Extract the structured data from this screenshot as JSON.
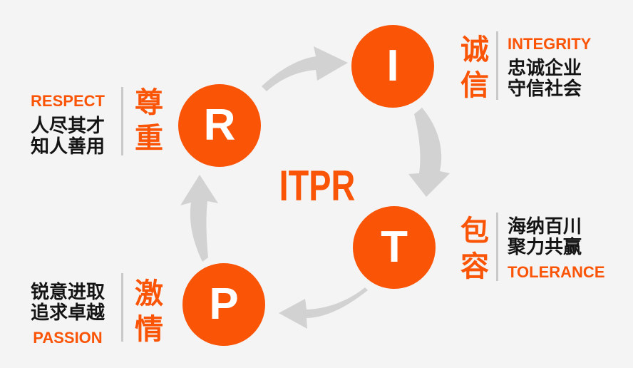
{
  "title": {
    "text": "ITPR"
  },
  "colors": {
    "orange": "#FA5407",
    "background": "#F4F4F4",
    "arrow_gray": "#D2D2D2",
    "divider_gray": "#C9C9C9",
    "dark_text": "#141414",
    "circle_letter": "#FFFFFF"
  },
  "values": [
    {
      "key": "integrity",
      "letter": "I",
      "zh_vertical": "诚信",
      "en": "INTEGRITY",
      "lines": [
        "忠诚企业",
        "守信社会"
      ]
    },
    {
      "key": "tolerance",
      "letter": "T",
      "zh_vertical": "包容",
      "en": "TOLERANCE",
      "lines": [
        "海纳百川",
        "聚力共赢"
      ]
    },
    {
      "key": "passion",
      "letter": "P",
      "zh_vertical": "激情",
      "en": "PASSION",
      "lines": [
        "锐意进取",
        "追求卓越"
      ]
    },
    {
      "key": "respect",
      "letter": "R",
      "zh_vertical": "尊重",
      "en": "RESPECT",
      "lines": [
        "人尽其才",
        "知人善用"
      ]
    }
  ],
  "arrows": [
    {
      "name": "arrow-r-to-i",
      "direction": "right"
    },
    {
      "name": "arrow-i-to-t",
      "direction": "down"
    },
    {
      "name": "arrow-t-to-p",
      "direction": "left"
    },
    {
      "name": "arrow-p-to-r",
      "direction": "up"
    }
  ]
}
